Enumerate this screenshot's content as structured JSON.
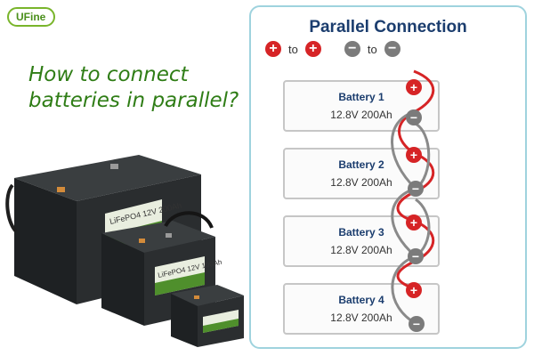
{
  "logo": {
    "text": "UFine"
  },
  "headline": {
    "line1": "How to connect",
    "line2": "batteries in parallel?"
  },
  "diagram": {
    "title": "Parallel Connection",
    "legend": {
      "positive_symbol": "+",
      "negative_symbol": "−",
      "connector": "to"
    },
    "batteries": [
      {
        "name": "Battery 1",
        "spec": "12.8V 200Ah"
      },
      {
        "name": "Battery 2",
        "spec": "12.8V 200Ah"
      },
      {
        "name": "Battery 3",
        "spec": "12.8V 200Ah"
      },
      {
        "name": "Battery 4",
        "spec": "12.8V 200Ah"
      }
    ],
    "colors": {
      "positive": "#d62426",
      "negative": "#7b7b7b",
      "title": "#1b3d6e",
      "border": "#9fd3de"
    }
  },
  "photo": {
    "label_large": "LiFePO4 12V 200Ah",
    "label_medium": "LiFePO4 12V 100Ah"
  }
}
